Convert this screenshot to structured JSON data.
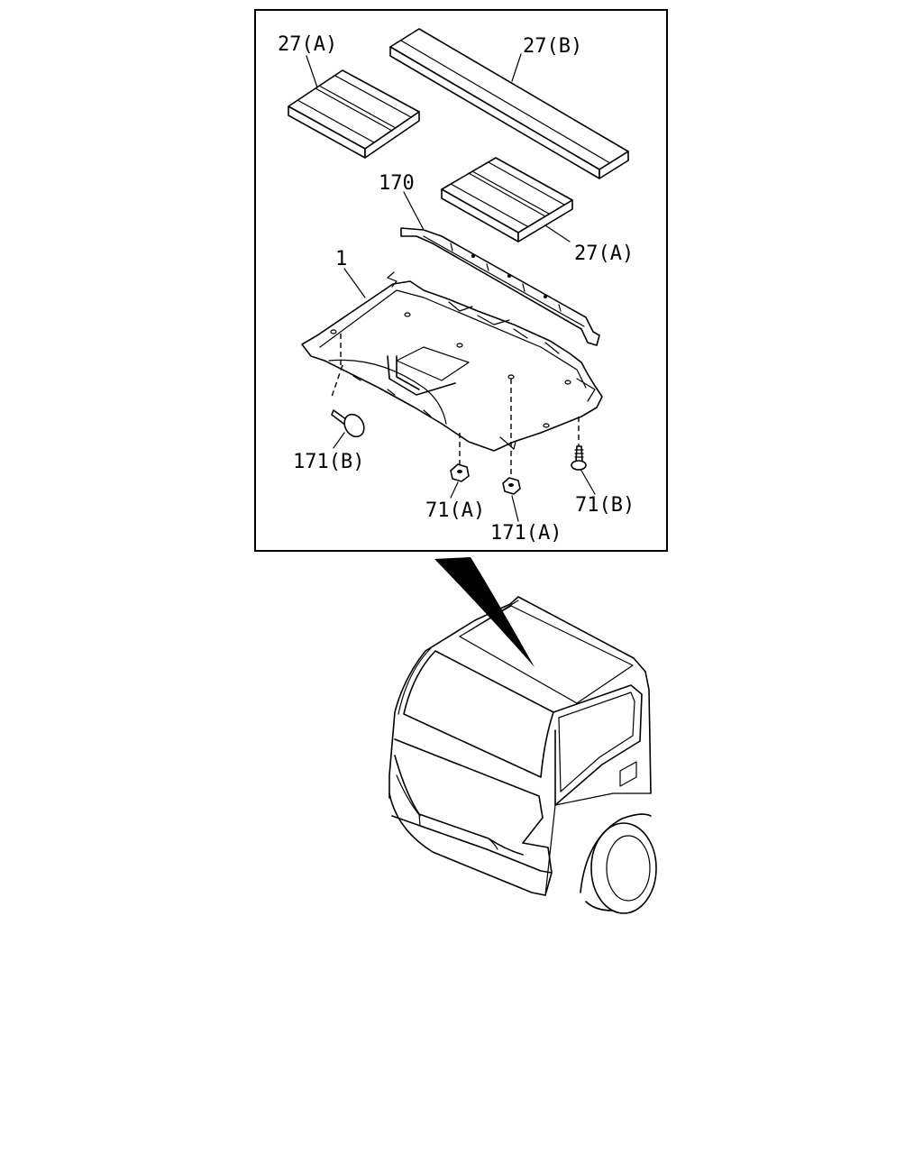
{
  "callouts": {
    "insulator_a_top": "27(A)",
    "insulator_b": "27(B)",
    "insulator_a_right": "27(A)",
    "bracket": "170",
    "headlining": "1",
    "clip_b": "171(B)",
    "nut_a": "71(A)",
    "clip_a": "171(A)",
    "nut_b": "71(B)"
  },
  "colors": {
    "line": "#000000",
    "background": "#ffffff"
  }
}
